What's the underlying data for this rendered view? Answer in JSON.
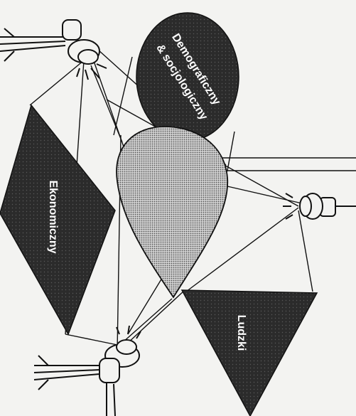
{
  "diagram": {
    "shapes": {
      "demographic": {
        "label_line1": "Demograficzny",
        "label_line2": "& socjologiczny"
      },
      "economic": {
        "label": "Ekonomiczny"
      },
      "human": {
        "label": "Ludzki"
      }
    },
    "colors": {
      "background": "#f3f3f1",
      "dark_shape": "#2b2b2b",
      "stroke": "#111111",
      "center_fill": "#b9b9b9"
    },
    "icons": [
      "spotlight-top-left-icon",
      "spotlight-right-icon",
      "spotlight-bottom-left-icon"
    ]
  }
}
